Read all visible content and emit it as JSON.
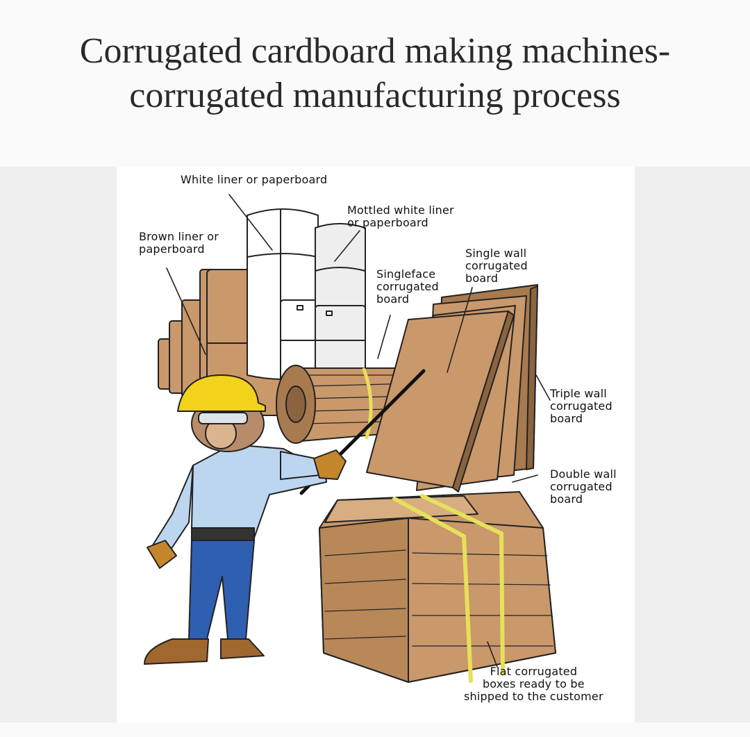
{
  "title": {
    "line1": "Corrugated cardboard making machines-",
    "line2": "corrugated manufacturing process"
  },
  "labels": {
    "white_liner": "White liner or paperboard",
    "mottled_liner": "Mottled white liner\nor paperboard",
    "brown_liner": "Brown liner or\npaperboard",
    "single_wall": "Single wall\ncorrugated\nboard",
    "singleface": "Singleface\ncorrugated\nboard",
    "triple_wall": "Triple wall\ncorrugated\nboard",
    "double_wall": "Double wall\ncorrugated\nboard",
    "flat_boxes": "Flat corrugated\nboxes ready to be\nshipped to the customer"
  },
  "colors": {
    "kraft": "#c9986b",
    "kraft_dark": "#a87a4f",
    "hardhat": "#f2d21b",
    "shirt": "#bcd6f0",
    "jeans": "#2f5fb0",
    "strap": "#e6e05a"
  }
}
